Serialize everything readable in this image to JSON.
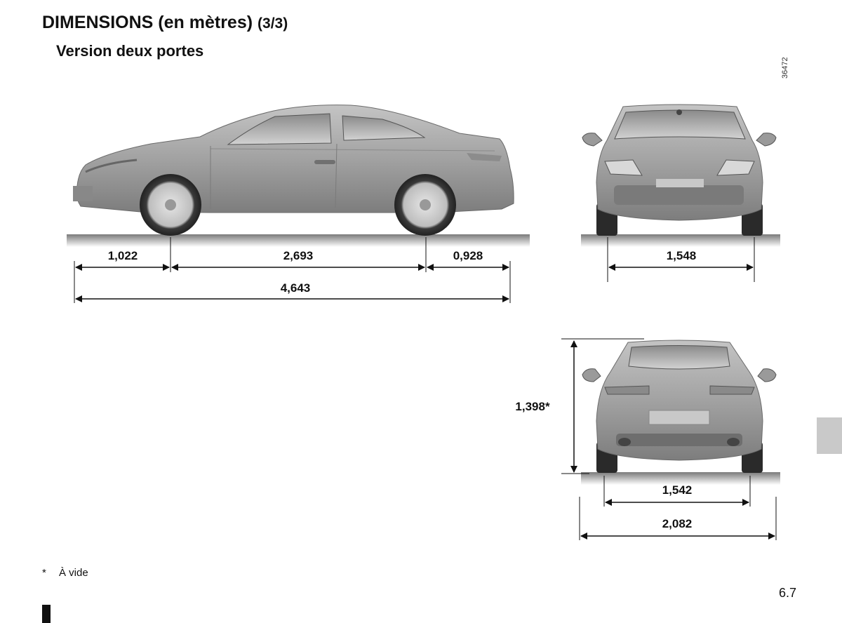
{
  "header": {
    "title": "DIMENSIONS (en mètres)",
    "title_part": "(3/3)",
    "subtitle": "Version deux portes",
    "ref_code": "36472"
  },
  "dimensions": {
    "front_overhang": "1,022",
    "wheelbase": "2,693",
    "rear_overhang": "0,928",
    "overall_length": "4,643",
    "front_track": "1,548",
    "height": "1,398*",
    "rear_track": "1,542",
    "overall_width": "2,082"
  },
  "views": [
    "side-view",
    "front-view",
    "rear-view"
  ],
  "footnote": {
    "marker": "*",
    "text": "À vide"
  },
  "page_number": "6.7",
  "colors": {
    "car_body": "#a9a9a9",
    "ground_shadow": "#9a9a9a",
    "tab": "#c9c9c9"
  }
}
